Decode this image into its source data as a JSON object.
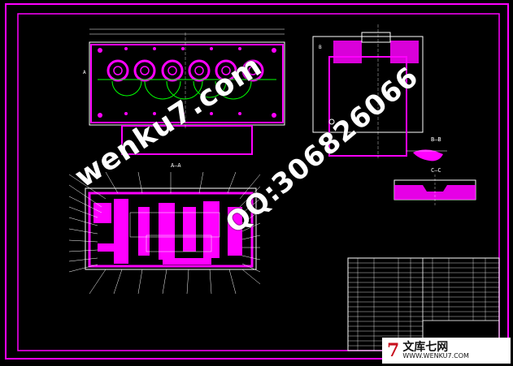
{
  "views": {
    "section_a": "A—A",
    "section_b": "B—B",
    "section_c": "C—C",
    "marker_a": "A",
    "marker_b": "B"
  },
  "watermarks": {
    "site": "wenku7.com",
    "qq": "QQ:306826066"
  },
  "logo": {
    "text": "文库七网",
    "url": "WWW.WENKU7.COM"
  },
  "colors": {
    "background": "#000000",
    "border": "#ff00ff",
    "outline": "#ffffff",
    "centerline": "#00ff00",
    "accent": "#c8101e"
  }
}
